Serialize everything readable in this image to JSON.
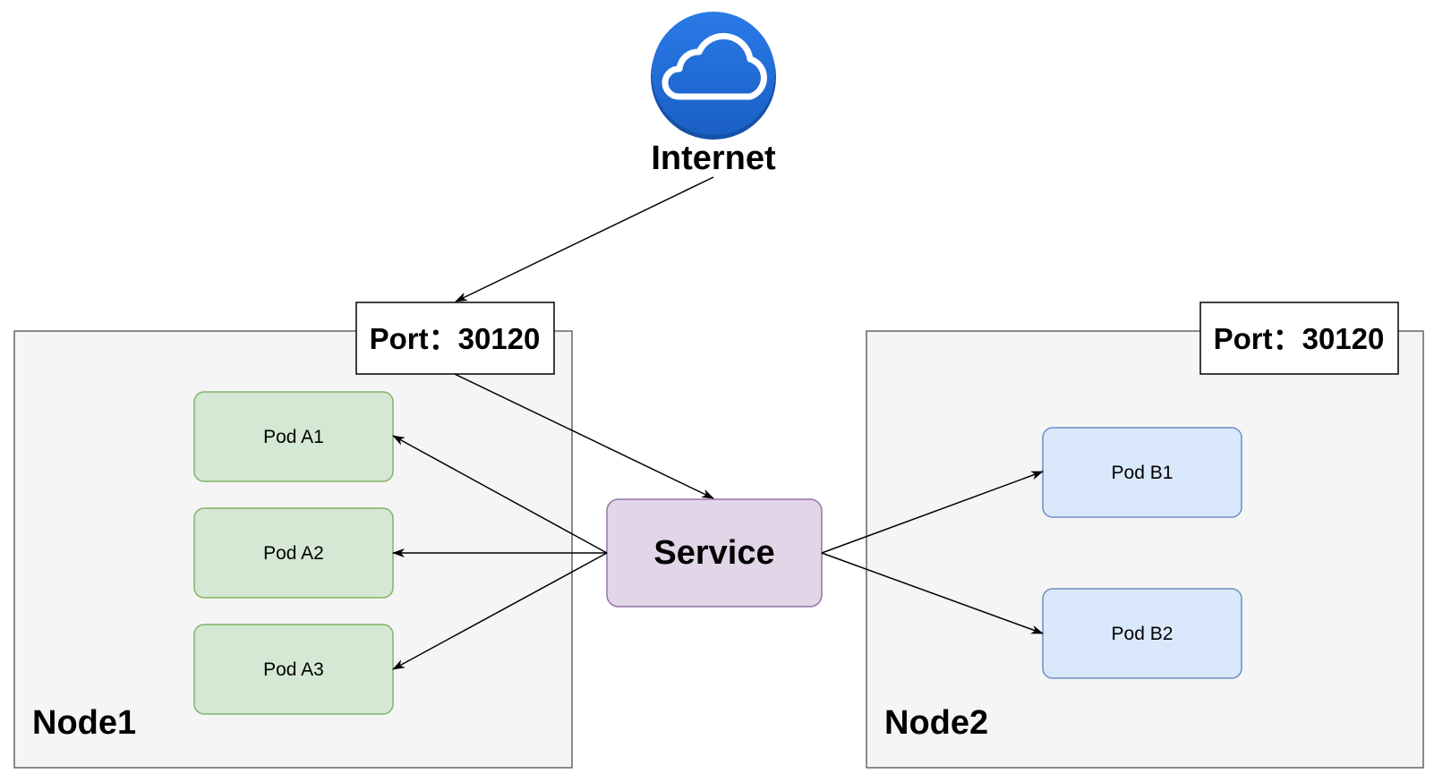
{
  "internet": {
    "label": "Internet",
    "icon": "cloud-icon",
    "color": "#1e6fd9"
  },
  "node1": {
    "label": "Node1",
    "port_label": "Port：30120",
    "pods": [
      "Pod A1",
      "Pod A2",
      "Pod A3"
    ],
    "pod_fill": "#d5e8d4",
    "pod_stroke": "#82b366"
  },
  "node2": {
    "label": "Node2",
    "port_label": "Port：30120",
    "pods": [
      "Pod B1",
      "Pod B2"
    ],
    "pod_fill": "#dae8fc",
    "pod_stroke": "#6c8ebf"
  },
  "service": {
    "label": "Service",
    "fill": "#e1d5e7",
    "stroke": "#9673a6"
  },
  "node_fill": "#f5f5f5"
}
